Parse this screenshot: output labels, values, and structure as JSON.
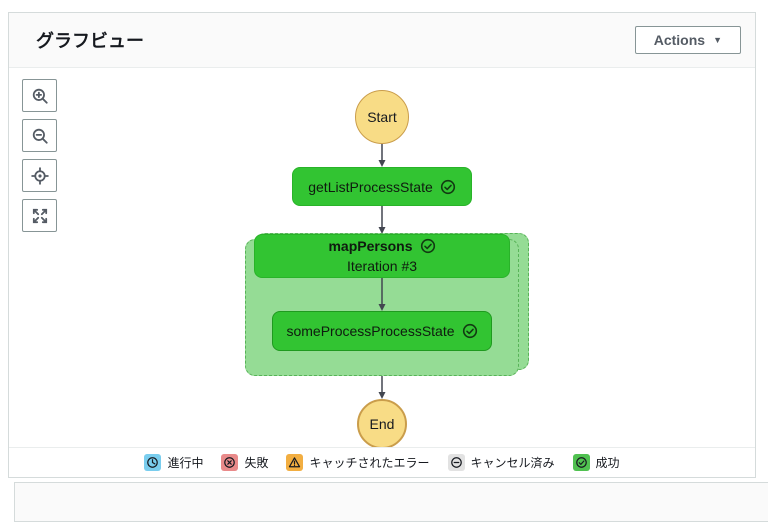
{
  "panel": {
    "title": "グラフビュー",
    "actions_label": "Actions",
    "actions_caret": "▼"
  },
  "toolbar": {
    "icons": [
      "zoom-in-icon",
      "zoom-out-icon",
      "center-target-icon",
      "fullscreen-expand-icon"
    ]
  },
  "graph": {
    "start_label": "Start",
    "end_label": "End",
    "get_list": {
      "label": "getListProcessState",
      "status_icon": "success-check-icon"
    },
    "map": {
      "label": "mapPersons",
      "iteration": "Iteration #3",
      "status_icon": "success-check-icon"
    },
    "some_process": {
      "label": "someProcessProcessState",
      "status_icon": "success-check-icon"
    }
  },
  "legend": {
    "items": [
      {
        "icon": "in-progress-icon",
        "label": "進行中",
        "color": "#79cdee"
      },
      {
        "icon": "failed-icon",
        "label": "失敗",
        "color": "#e98a8a"
      },
      {
        "icon": "caught-error-icon",
        "label": "キャッチされたエラー",
        "color": "#f2ae41"
      },
      {
        "icon": "cancelled-icon",
        "label": "キャンセル済み",
        "color": "#e2e2e2"
      },
      {
        "icon": "success-icon",
        "label": "成功",
        "color": "#50c150"
      }
    ]
  },
  "colors": {
    "node_success_fill": "#32c432",
    "map_container_fill": "#95dc95",
    "start_end_fill": "#f8dc86",
    "start_end_border": "#ca9d4b",
    "arrow": "#424650",
    "panel_header_bg": "#fafafa",
    "panel_border": "#d5dbdb"
  }
}
